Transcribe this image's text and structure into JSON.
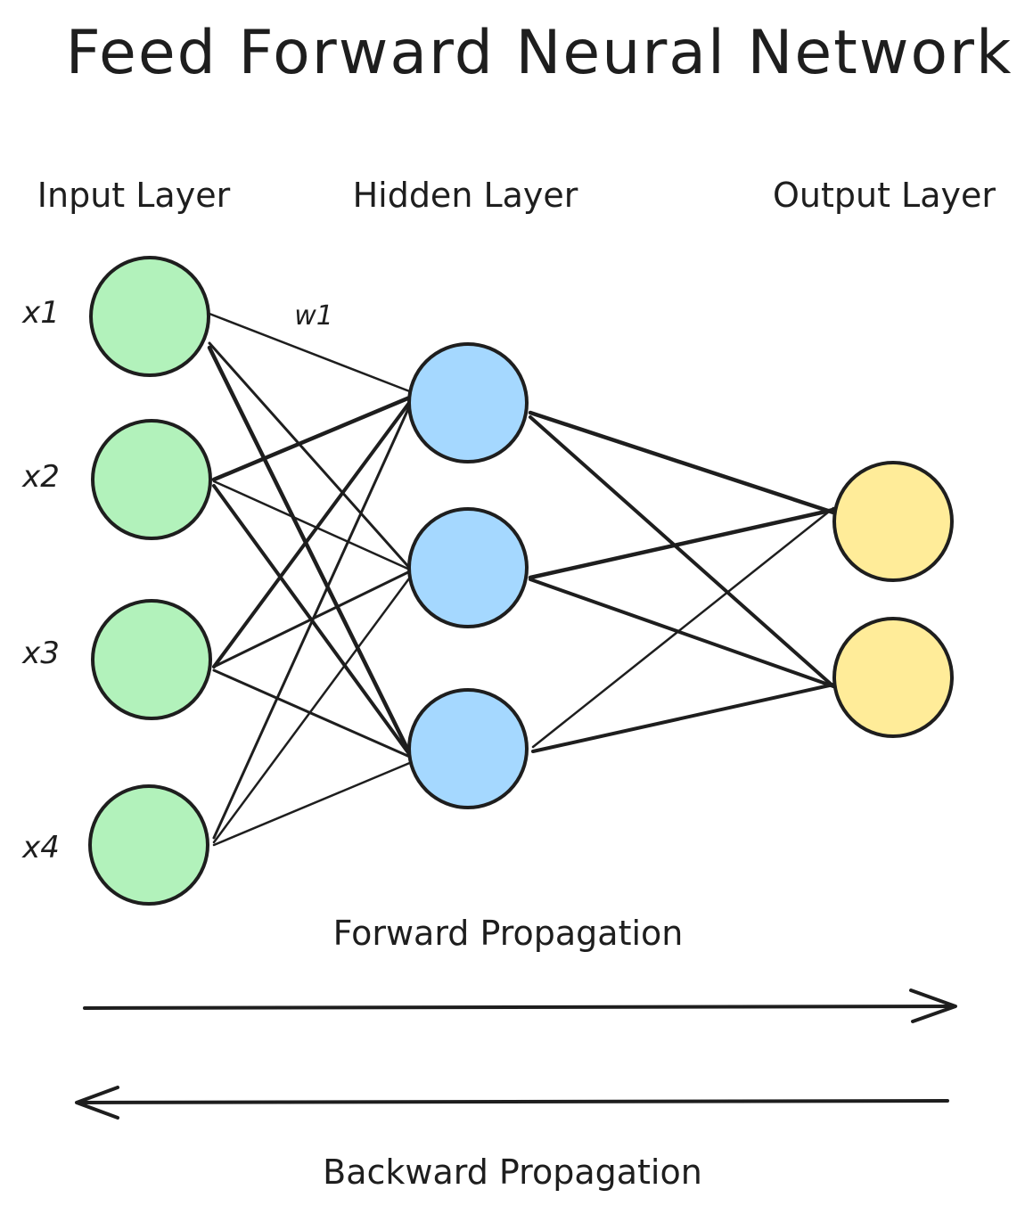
{
  "title": "Feed Forward Neural Network",
  "layers": {
    "input": "Input Layer",
    "hidden": "Hidden Layer",
    "output": "Output Layer"
  },
  "input_nodes": [
    "x1",
    "x2",
    "x3",
    "x4"
  ],
  "weight_label": "w1",
  "forward_label": "Forward Propagation",
  "backward_label": "Backward Propagation",
  "colors": {
    "input": "#b2f2bb",
    "hidden": "#a5d8ff",
    "output": "#ffec99",
    "stroke": "#1e1e1e"
  },
  "counts": {
    "input": 4,
    "hidden": 3,
    "output": 2
  }
}
